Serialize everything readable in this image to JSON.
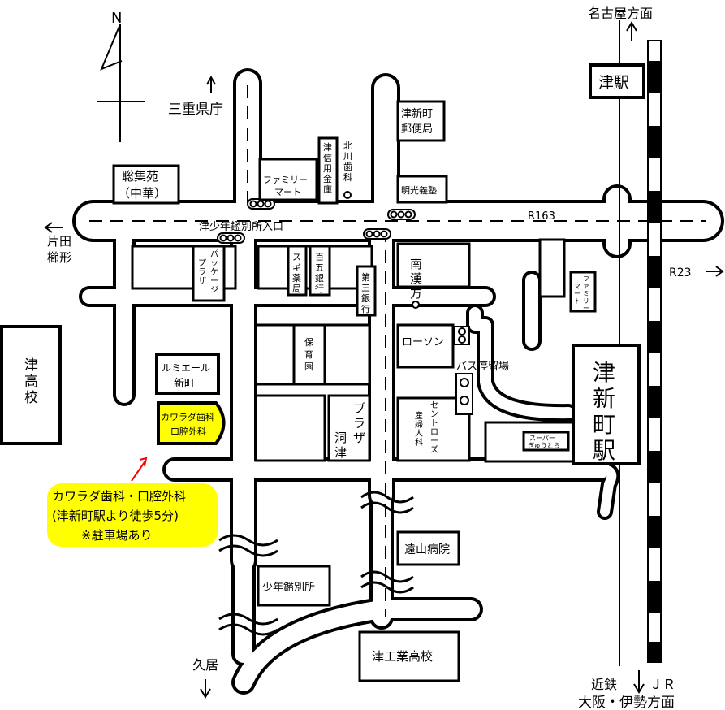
{
  "colors": {
    "ink": "#000000",
    "highlight": "#ffff00",
    "arrow": "#ff0000",
    "paper": "#ffffff",
    "rail": "#000000"
  },
  "compass": {
    "north": "N"
  },
  "directions": {
    "nagoya": "名古屋方面",
    "mie_pref": "三重県庁",
    "katada_1": "片田",
    "katada_2": "櫛形",
    "r23": "R23",
    "hisai": "久居",
    "kintetsu": "近鉄",
    "jr": "ＪＲ",
    "osaka": "大阪・伊勢方面"
  },
  "roads": {
    "r163": "R163",
    "shonen_entrance": "津少年鑑別所入口"
  },
  "stations": {
    "tsu": "津駅",
    "tsushinmachi": [
      "津",
      "新",
      "町",
      "駅"
    ]
  },
  "places": {
    "shushuen_1": "聡集苑",
    "shushuen_2": "（中華）",
    "family_mart_1": [
      "ファミリー",
      "マート"
    ],
    "tsu_shinyo_kinko": [
      "津",
      "信",
      "用",
      "金",
      "庫"
    ],
    "kitagawa_shika": [
      "北",
      "川",
      "歯",
      "科"
    ],
    "post_office": [
      "津新町",
      "郵便局"
    ],
    "meiko": "明光義塾",
    "package_plaza": [
      [
        "パ",
        "ッ",
        "ケ",
        "ー",
        "ジ"
      ],
      [
        "プ",
        "ラ",
        "ザ"
      ]
    ],
    "sugi": [
      "ス",
      "ギ",
      "薬",
      "局"
    ],
    "hyakugo": [
      "百",
      "五",
      "銀",
      "行"
    ],
    "daisan": [
      "第",
      "三",
      "銀",
      "行"
    ],
    "nankanpo": [
      "南",
      "漢",
      "方"
    ],
    "family_mart_2": [
      [
        "フ",
        "ァ",
        "ミ",
        "リ",
        "ー"
      ],
      [
        "マ",
        "ー",
        "ト"
      ]
    ],
    "lumiere": [
      "ルミエール",
      "新町"
    ],
    "hoikuen": [
      "保",
      "育",
      "園"
    ],
    "lawson": "ローソン",
    "bus_stop": "バス停留場",
    "plaza_dotsu": [
      [
        "プ",
        "ラ",
        "ザ"
      ],
      [
        "洞",
        "津"
      ]
    ],
    "central_rose": [
      [
        "セ",
        "ン",
        "ト",
        "ロ",
        "ー",
        "ズ"
      ],
      [
        "産",
        "婦",
        "人",
        "科"
      ]
    ],
    "super": "スーパー",
    "gyutora": "ぎゅうとら",
    "tsu_high": [
      "津",
      "高",
      "校"
    ],
    "toyama": "遠山病院",
    "shonen_kanbetsu": "少年鑑別所",
    "tsu_kogyo": "津工業高校"
  },
  "clinic": {
    "name_1": "カワラダ歯科",
    "name_2": "口腔外科"
  },
  "callout": {
    "line1": "カワラダ歯科・口腔外科",
    "line2": "(津新町駅より徒歩5分)",
    "line3": "※駐車場あり"
  }
}
